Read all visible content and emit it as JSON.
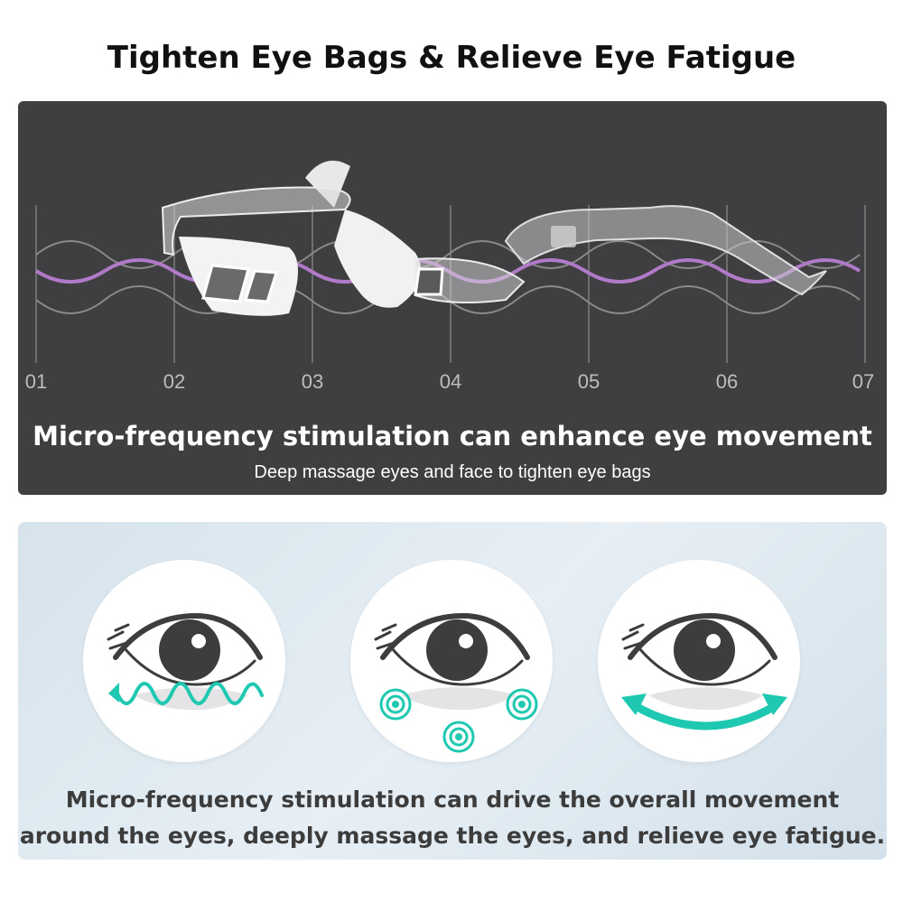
{
  "headline": "Tighten Eye Bags & Relieve Eye Fatigue",
  "top_panel": {
    "tick_labels": [
      "01",
      "02",
      "03",
      "04",
      "05",
      "06",
      "07"
    ],
    "title": "Micro-frequency stimulation can enhance eye movement",
    "subtitle": "Deep massage eyes and face to tighten eye bags",
    "colors": {
      "background": "#3f3f41",
      "wave_accent": "#b07ac8",
      "wave_gray": "#8a8a8a"
    }
  },
  "bottom_panel": {
    "icons": [
      "eye-wave-massage-icon",
      "eye-acupoint-pulse-icon",
      "eye-lift-arrow-icon"
    ],
    "text_line1": "Micro-frequency stimulation can drive the overall movement",
    "text_line2": "around the eyes, deeply massage the eyes, and relieve eye fatigue.",
    "colors": {
      "accent": "#1fc8b0",
      "eye": "#3d3d3f"
    }
  }
}
